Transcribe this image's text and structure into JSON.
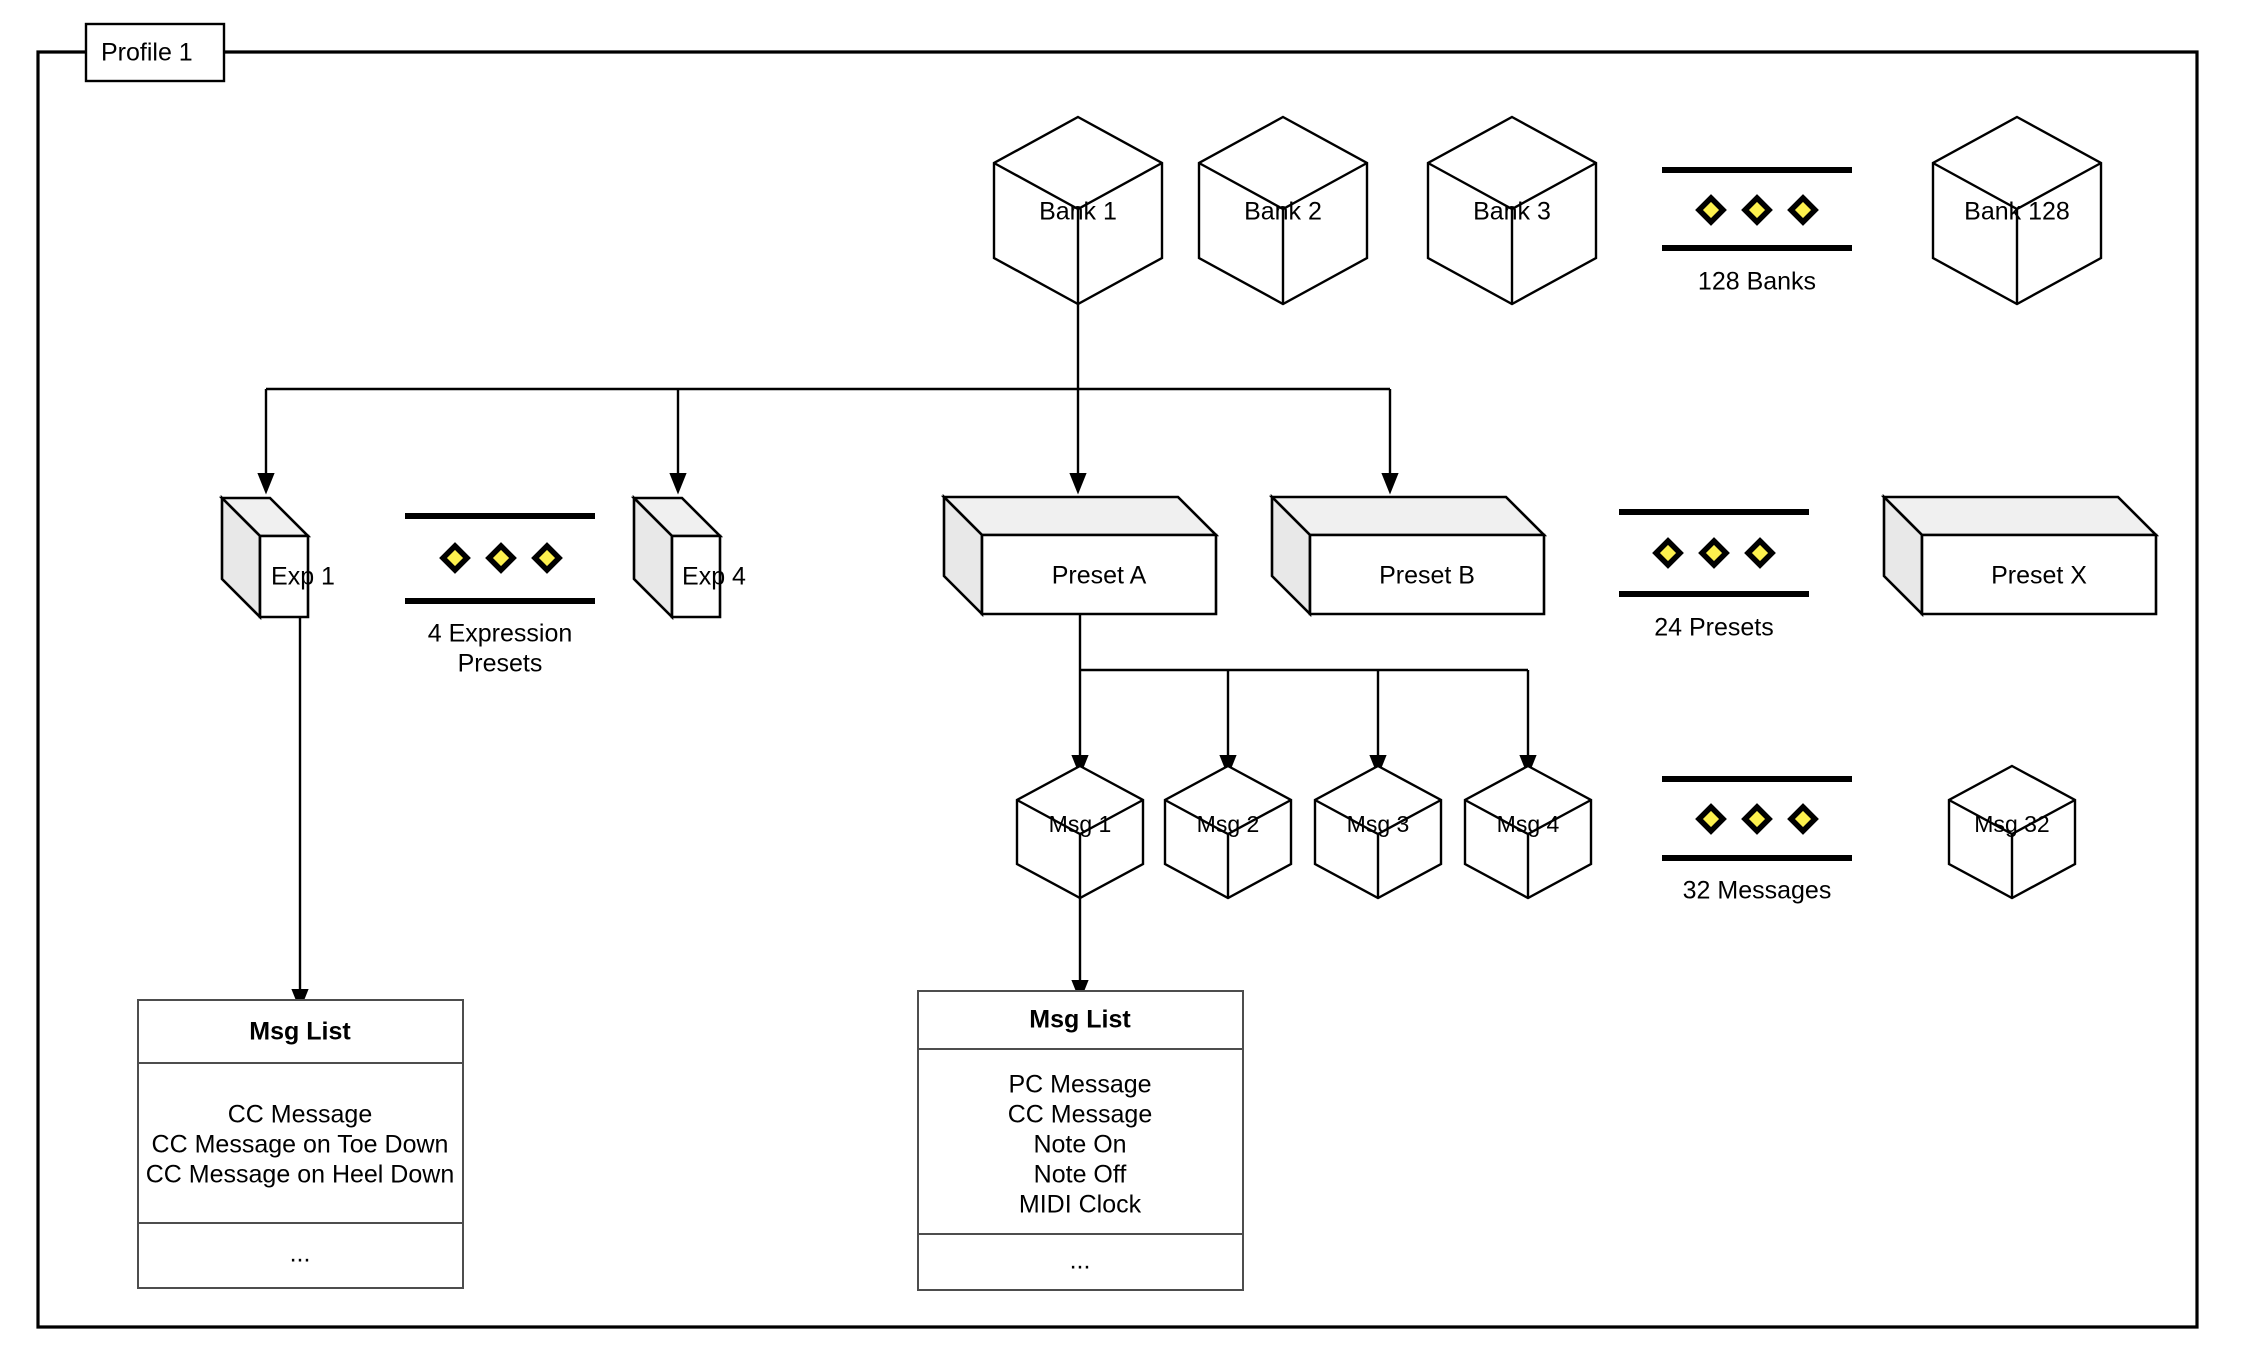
{
  "diagram": {
    "title": "Profile 1",
    "frame_label": "Profile 1"
  },
  "banks": {
    "items": [
      {
        "label": "Bank 1"
      },
      {
        "label": "Bank 2"
      },
      {
        "label": "Bank 3"
      },
      {
        "label": "Bank 128"
      }
    ],
    "ellipsis_caption": "128 Banks"
  },
  "expression_presets": {
    "items": [
      {
        "label": "Exp 1"
      },
      {
        "label": "Exp 4"
      }
    ],
    "ellipsis_caption_line1": "4 Expression",
    "ellipsis_caption_line2": "Presets"
  },
  "presets": {
    "items": [
      {
        "label": "Preset A"
      },
      {
        "label": "Preset B"
      },
      {
        "label": "Preset X"
      }
    ],
    "ellipsis_caption": "24 Presets"
  },
  "messages": {
    "items": [
      {
        "label": "Msg 1"
      },
      {
        "label": "Msg 2"
      },
      {
        "label": "Msg 3"
      },
      {
        "label": "Msg 4"
      },
      {
        "label": "Msg 32"
      }
    ],
    "ellipsis_caption": "32 Messages"
  },
  "exp_msg_list": {
    "header": "Msg List",
    "rows": [
      "CC Message",
      "CC Message on Toe Down",
      "CC Message on Heel Down"
    ],
    "footer": "..."
  },
  "preset_msg_list": {
    "header": "Msg List",
    "rows": [
      "PC Message",
      "CC Message",
      "Note On",
      "Note Off",
      "MIDI Clock"
    ],
    "footer": "..."
  },
  "colors": {
    "stroke": "#000000",
    "diamond_fill": "#fdf14e",
    "box_top_fill": "#f0f0f0",
    "box_side_fill": "#e8e8e8",
    "background": "#ffffff"
  }
}
